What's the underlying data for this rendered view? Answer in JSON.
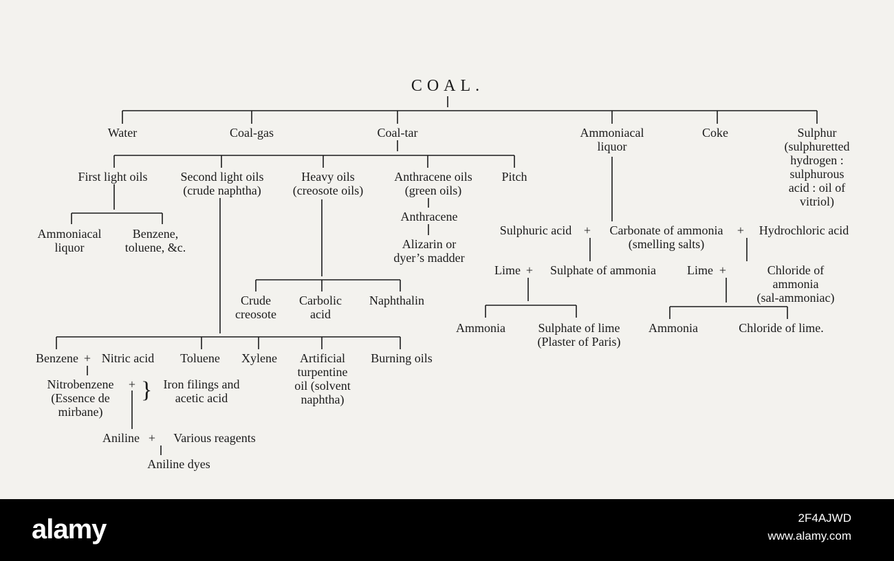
{
  "diagram": {
    "title": "COAL.",
    "nodes": {
      "water": "Water",
      "coal_gas": "Coal-gas",
      "coal_tar": "Coal-tar",
      "ammoniacal_liquor_top": "Ammoniacal\nliquor",
      "coke": "Coke",
      "sulphur": "Sulphur\n(sulphuretted\nhydrogen :\nsulphurous\nacid : oil of\nvitriol)",
      "first_light_oils": "First light oils",
      "second_light_oils": "Second light oils\n(crude naphtha)",
      "heavy_oils": "Heavy oils\n(creosote oils)",
      "anthracene_oils": "Anthracene oils\n(green oils)",
      "pitch": "Pitch",
      "anthracene": "Anthracene",
      "alizarin": "Alizarin or\ndyer’s madder",
      "ammoniacal_liquor_2": "Ammoniacal\nliquor",
      "benzene_toluene": "Benzene,\ntoluene, &c.",
      "crude_creosote": "Crude\ncreosote",
      "carbolic_acid": "Carbolic\nacid",
      "naphthalin": "Naphthalin",
      "sulphuric_acid": "Sulphuric acid",
      "carbonate_of_ammonia": "Carbonate of ammonia\n(smelling salts)",
      "hydrochloric_acid": "Hydrochloric acid",
      "lime_1": "Lime",
      "sulphate_of_ammonia": "Sulphate of ammonia",
      "lime_2": "Lime",
      "chloride_of_ammonia": "Chloride of ammonia\n(sal-ammoniac)",
      "ammonia_1": "Ammonia",
      "sulphate_of_lime": "Sulphate of lime\n(Plaster of Paris)",
      "ammonia_2": "Ammonia",
      "chloride_of_lime": "Chloride of lime.",
      "benzene": "Benzene",
      "nitric_acid": "Nitric acid",
      "toluene": "Toluene",
      "xylene": "Xylene",
      "artificial_turpentine": "Artificial\nturpentine\noil (solvent\nnaphtha)",
      "burning_oils": "Burning oils",
      "nitrobenzene": "Nitrobenzene",
      "essence_de_mirbane": "(Essence de\nmirbane)",
      "iron_filings": "Iron filings and\nacetic acid",
      "aniline": "Aniline",
      "various_reagents": "Various reagents",
      "aniline_dyes": "Aniline dyes"
    },
    "plus": "+",
    "brace": "}"
  },
  "footer": {
    "logo": "alamy",
    "image_id": "2F4AJWD",
    "site": "www.alamy.com"
  }
}
